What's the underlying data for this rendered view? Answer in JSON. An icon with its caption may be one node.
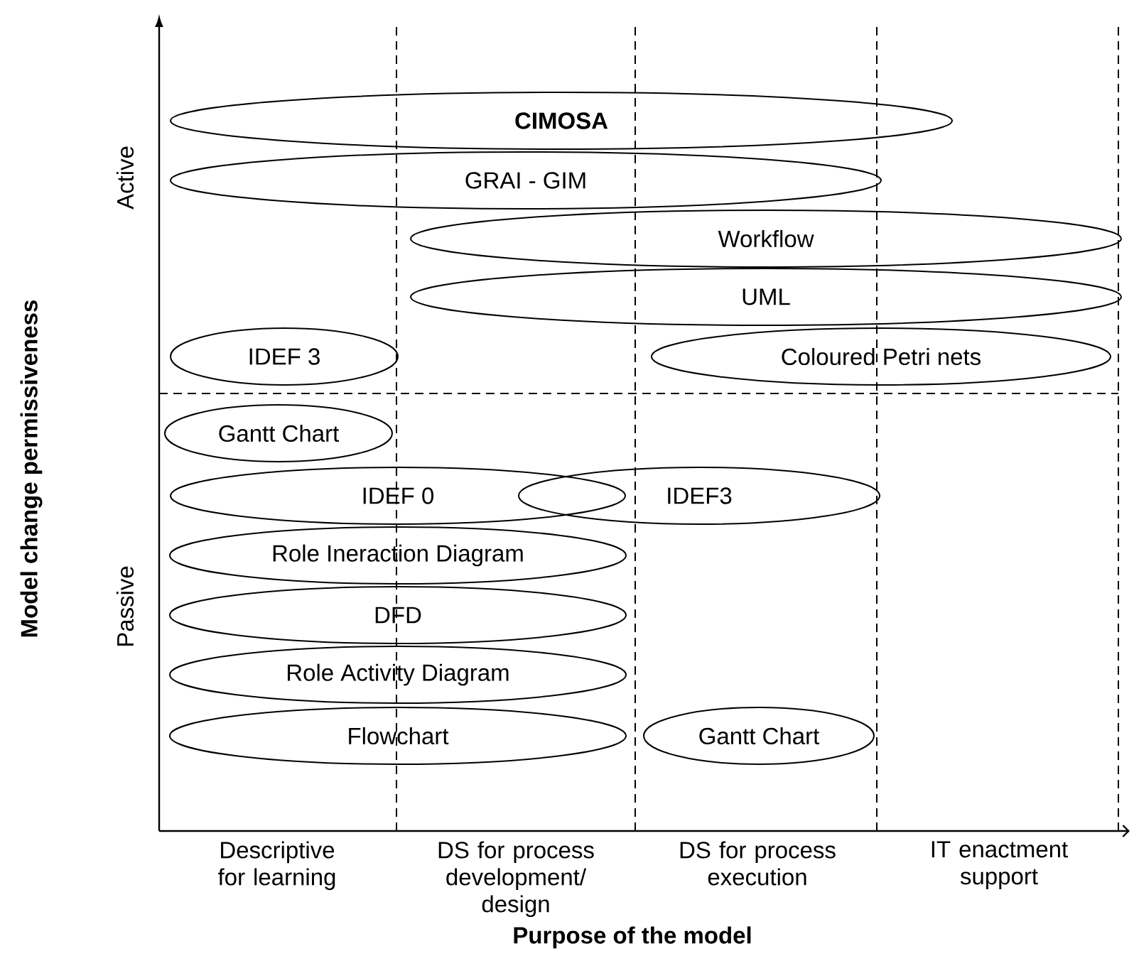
{
  "diagram": {
    "nodes": [
      {
        "text": [
          "CIMOSA"
        ]
      },
      {
        "text": [
          "GRAI - GIM"
        ]
      },
      {
        "text": [
          "Workflow"
        ]
      },
      {
        "text": [
          "UML"
        ]
      },
      {
        "text": [
          "IDEF 3"
        ]
      },
      {
        "text": [
          "Coloured Petri nets"
        ]
      },
      {
        "text": [
          "Gantt Chart"
        ]
      },
      {
        "text": [
          "IDEF 0"
        ]
      },
      {
        "text": [
          "IDEF3"
        ]
      },
      {
        "text": [
          "Role Ineraction Diagram"
        ]
      },
      {
        "text": [
          "DFD"
        ]
      },
      {
        "text": [
          "Role Activity Diagram"
        ]
      },
      {
        "text": [
          "Flowchart"
        ]
      },
      {
        "text": [
          "Gantt Chart"
        ]
      }
    ],
    "labels": [
      "Active",
      "Passive",
      "Model change permissiveness",
      "Descriptive for learning",
      "DS for process development/ design",
      "DS for process execution",
      "IT enactment support",
      "Purpose of the model"
    ]
  }
}
